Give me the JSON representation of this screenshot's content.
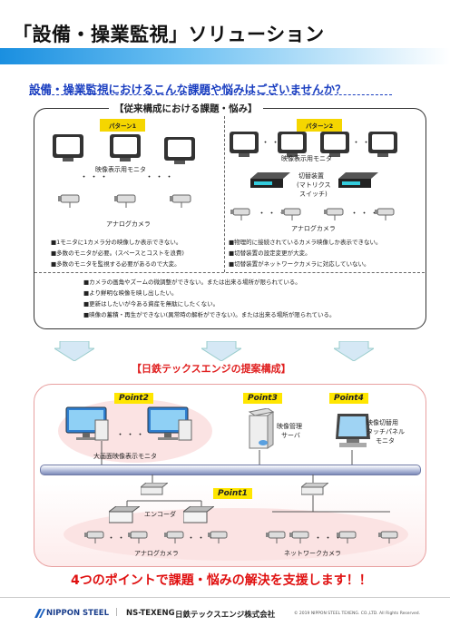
{
  "title": "「設備・操業監視」ソリューション",
  "question": "設備・操業監視におけるこんな課題や悩みはございませんか？",
  "conventional": {
    "heading": "【従来構成における課題・悩み】",
    "pattern1": {
      "tag": "パターン1",
      "monitor_label": "映像表示用モニタ",
      "camera_label": "アナログカメラ",
      "bullets": [
        "■1モニタに1カメラ分の映像しか表示できない。",
        "■多数のモニタが必要。(スペースとコストを浪費)",
        "■多数のモニタを監視する必要があるので大変。"
      ]
    },
    "pattern2": {
      "tag": "パターン2",
      "monitor_label": "映像表示用モニタ",
      "switch_label_1": "切替装置",
      "switch_label_2": "(マトリクス",
      "switch_label_3": "スイッチ)",
      "camera_label": "アナログカメラ",
      "bullets": [
        "■物理的に接続されているカメラ映像しか表示できない。",
        "■切替装置の設定変更が大変。",
        "■切替装置がネットワークカメラに対応していない。"
      ]
    },
    "common_bullets": [
      "■カメラの画角やズームの微調整ができない。または出来る場所が限られている。",
      "■より鮮明な映像を映し出したい。",
      "■更新はしたいが今ある資産を無駄にしたくない。",
      "■映像の蓄積・再生ができない(異常時の解析ができない)。または出来る場所が限られている。"
    ],
    "dots": "・・・"
  },
  "proposal": {
    "heading": "【日鉄テックスエンジの提案構成】",
    "point1": "Point1",
    "point2": "Point2",
    "point3": "Point3",
    "point4": "Point4",
    "large_monitor_label": "大画面映像表示モニタ",
    "server_label_1": "映像管理",
    "server_label_2": "サーバ",
    "touch_label_1": "映像切替用",
    "touch_label_2": "タッチパネル",
    "touch_label_3": "モニタ",
    "encoder_label": "エンコーダ",
    "analog_label": "アナログカメラ",
    "network_label": "ネットワークカメラ",
    "dots": "・・・"
  },
  "bottom_message": "4つのポイントで課題・悩みの解決を支援します！！",
  "footer": {
    "nippon_steel": "NIPPON STEEL",
    "separator": "|",
    "texeng": "NS-TEXENG",
    "company": "日鉄テックスエンジ株式会社",
    "copyright": "© 2019 NIPPON STEEL TEXENG. CO.,LTD. All Rights Reserved."
  },
  "colors": {
    "accent_blue": "#1a3ec0",
    "accent_red": "#e01010",
    "point_yellow": "#ffe600",
    "pattern_yellow": "#f5d600"
  }
}
